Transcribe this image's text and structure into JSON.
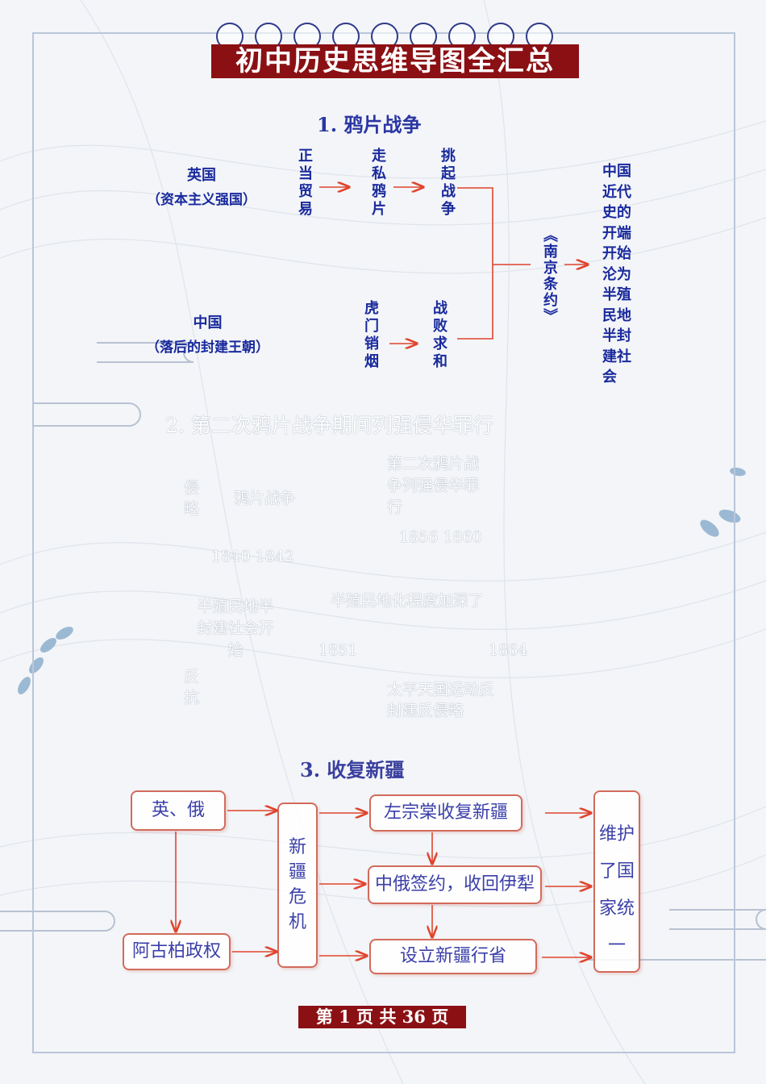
{
  "title": "初中历史思维导图全汇总",
  "section1": {
    "heading": "1. 鸦片战争",
    "britain": {
      "name": "英国",
      "sub": "（资本主义强国）"
    },
    "china": {
      "name": "中国",
      "sub": "（落后的封建王朝）"
    },
    "chain_top": [
      "正当贸易",
      "走私鸦片",
      "挑起战争"
    ],
    "chain_bottom": [
      "虎门销烟",
      "战败求和"
    ],
    "treaty": "《南京条约》",
    "result": "中国近代史的开端开始沦为半殖民地半封建社会"
  },
  "section2": {
    "heading": "2. 第二次鸦片战争期间列强侵华罪行",
    "invasion_label": "侵略",
    "opium_war": "鸦片战争",
    "second_war": "第二次鸦片战争列强侵华罪行",
    "years_a": "1840 1842",
    "years_b": "1856 1860",
    "semi_colonial": "半殖民地半封建社会开始",
    "deepening": "半殖民地化程度加深了",
    "years_c": "1851",
    "years_d": "1864",
    "resist_label": "反抗",
    "taiping": "太平天国运动反封建反侵略"
  },
  "section3": {
    "heading": "3. 收复新疆",
    "box_powers": "英、俄",
    "box_yakub": "阿古柏政权",
    "box_crisis": "新疆危机",
    "box_zuo": "左宗棠收复新疆",
    "box_treaty": "中俄签约，收回伊犁",
    "box_province": "设立新疆行省",
    "box_unity": "维护了国家统一"
  },
  "footer": {
    "prefix": "第",
    "page": "1",
    "middle": "页 共",
    "total": "36",
    "suffix": "页"
  },
  "colors": {
    "navy": "#1a2a9c",
    "maroon": "#8b1014",
    "arrow": "#e0442e",
    "box_border": "#d26b5c"
  }
}
